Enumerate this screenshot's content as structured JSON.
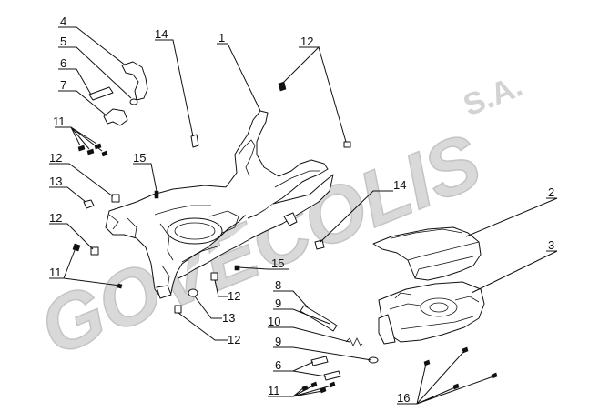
{
  "watermark": {
    "brand": "GOVECOLIS",
    "suffix": "S.A."
  },
  "callouts": [
    {
      "id": "c4",
      "text": "4"
    },
    {
      "id": "c5",
      "text": "5"
    },
    {
      "id": "c6a",
      "text": "6"
    },
    {
      "id": "c7",
      "text": "7"
    },
    {
      "id": "c11a",
      "text": "11"
    },
    {
      "id": "c12a",
      "text": "12"
    },
    {
      "id": "c13a",
      "text": "13"
    },
    {
      "id": "c12b",
      "text": "12"
    },
    {
      "id": "c11b",
      "text": "11"
    },
    {
      "id": "c14a",
      "text": "14"
    },
    {
      "id": "c1",
      "text": "1"
    },
    {
      "id": "c12c",
      "text": "12"
    },
    {
      "id": "c15a",
      "text": "15"
    },
    {
      "id": "c14b",
      "text": "14"
    },
    {
      "id": "c2",
      "text": "2"
    },
    {
      "id": "c3",
      "text": "3"
    },
    {
      "id": "c15b",
      "text": "15"
    },
    {
      "id": "c8",
      "text": "8"
    },
    {
      "id": "c9a",
      "text": "9"
    },
    {
      "id": "c10",
      "text": "10"
    },
    {
      "id": "c9b",
      "text": "9"
    },
    {
      "id": "c6b",
      "text": "6"
    },
    {
      "id": "c11c",
      "text": "11"
    },
    {
      "id": "c12d",
      "text": "12"
    },
    {
      "id": "c13b",
      "text": "13"
    },
    {
      "id": "c12e",
      "text": "12"
    },
    {
      "id": "c16",
      "text": "16"
    }
  ]
}
